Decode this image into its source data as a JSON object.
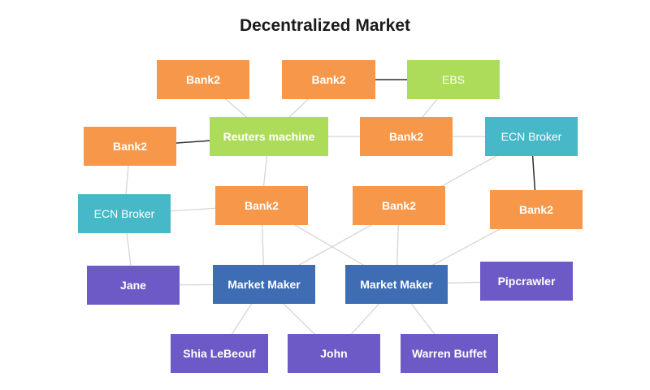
{
  "title": "Decentralized Market",
  "colors": {
    "bank": "#f7974a",
    "green": "#addc5b",
    "ecn": "#46b8c8",
    "maker": "#3e6db3",
    "trader": "#6e5ac6",
    "edge_light": "#d5d5d5",
    "edge_dark": "#2f2f2f"
  },
  "nodes": [
    {
      "id": "bank-1",
      "label": "Bank2",
      "kind": "bank"
    },
    {
      "id": "bank-2",
      "label": "Bank2",
      "kind": "bank"
    },
    {
      "id": "ebs",
      "label": "EBS",
      "kind": "green"
    },
    {
      "id": "bank-3",
      "label": "Bank2",
      "kind": "bank"
    },
    {
      "id": "reuters",
      "label": "Reuters machine",
      "kind": "green"
    },
    {
      "id": "bank-4",
      "label": "Bank2",
      "kind": "bank"
    },
    {
      "id": "ecn-1",
      "label": "ECN Broker",
      "kind": "ecn"
    },
    {
      "id": "ecn-2",
      "label": "ECN Broker",
      "kind": "ecn"
    },
    {
      "id": "bank-5",
      "label": "Bank2",
      "kind": "bank"
    },
    {
      "id": "bank-6",
      "label": "Bank2",
      "kind": "bank"
    },
    {
      "id": "bank-7",
      "label": "Bank2",
      "kind": "bank"
    },
    {
      "id": "jane",
      "label": "Jane",
      "kind": "trader"
    },
    {
      "id": "mm-1",
      "label": "Market Maker",
      "kind": "maker"
    },
    {
      "id": "mm-2",
      "label": "Market Maker",
      "kind": "maker"
    },
    {
      "id": "pipcrawler",
      "label": "Pipcrawler",
      "kind": "trader"
    },
    {
      "id": "shia",
      "label": "Shia LeBeouf",
      "kind": "trader"
    },
    {
      "id": "john",
      "label": "John",
      "kind": "trader"
    },
    {
      "id": "warren",
      "label": "Warren Buffet",
      "kind": "trader"
    }
  ],
  "edges": [
    {
      "from": "bank-1",
      "to": "reuters",
      "style": "light"
    },
    {
      "from": "bank-2",
      "to": "reuters",
      "style": "light"
    },
    {
      "from": "bank-2",
      "to": "ebs",
      "style": "dark"
    },
    {
      "from": "ebs",
      "to": "bank-4",
      "style": "light"
    },
    {
      "from": "bank-3",
      "to": "reuters",
      "style": "dark"
    },
    {
      "from": "reuters",
      "to": "bank-4",
      "style": "light"
    },
    {
      "from": "bank-4",
      "to": "ecn-1",
      "style": "light"
    },
    {
      "from": "ecn-1",
      "to": "bank-7",
      "style": "dark"
    },
    {
      "from": "ecn-1",
      "to": "mm-1",
      "style": "light"
    },
    {
      "from": "bank-3",
      "to": "ecn-2",
      "style": "light"
    },
    {
      "from": "ecn-2",
      "to": "bank-5",
      "style": "light"
    },
    {
      "from": "ecn-2",
      "to": "jane",
      "style": "light"
    },
    {
      "from": "reuters",
      "to": "bank-5",
      "style": "light"
    },
    {
      "from": "bank-5",
      "to": "mm-1",
      "style": "light"
    },
    {
      "from": "bank-5",
      "to": "mm-2",
      "style": "light"
    },
    {
      "from": "bank-6",
      "to": "mm-2",
      "style": "light"
    },
    {
      "from": "bank-7",
      "to": "mm-2",
      "style": "light"
    },
    {
      "from": "jane",
      "to": "mm-1",
      "style": "light"
    },
    {
      "from": "pipcrawler",
      "to": "mm-2",
      "style": "light"
    },
    {
      "from": "mm-1",
      "to": "shia",
      "style": "light"
    },
    {
      "from": "mm-1",
      "to": "john",
      "style": "light"
    },
    {
      "from": "mm-2",
      "to": "john",
      "style": "light"
    },
    {
      "from": "mm-2",
      "to": "warren",
      "style": "light"
    }
  ]
}
